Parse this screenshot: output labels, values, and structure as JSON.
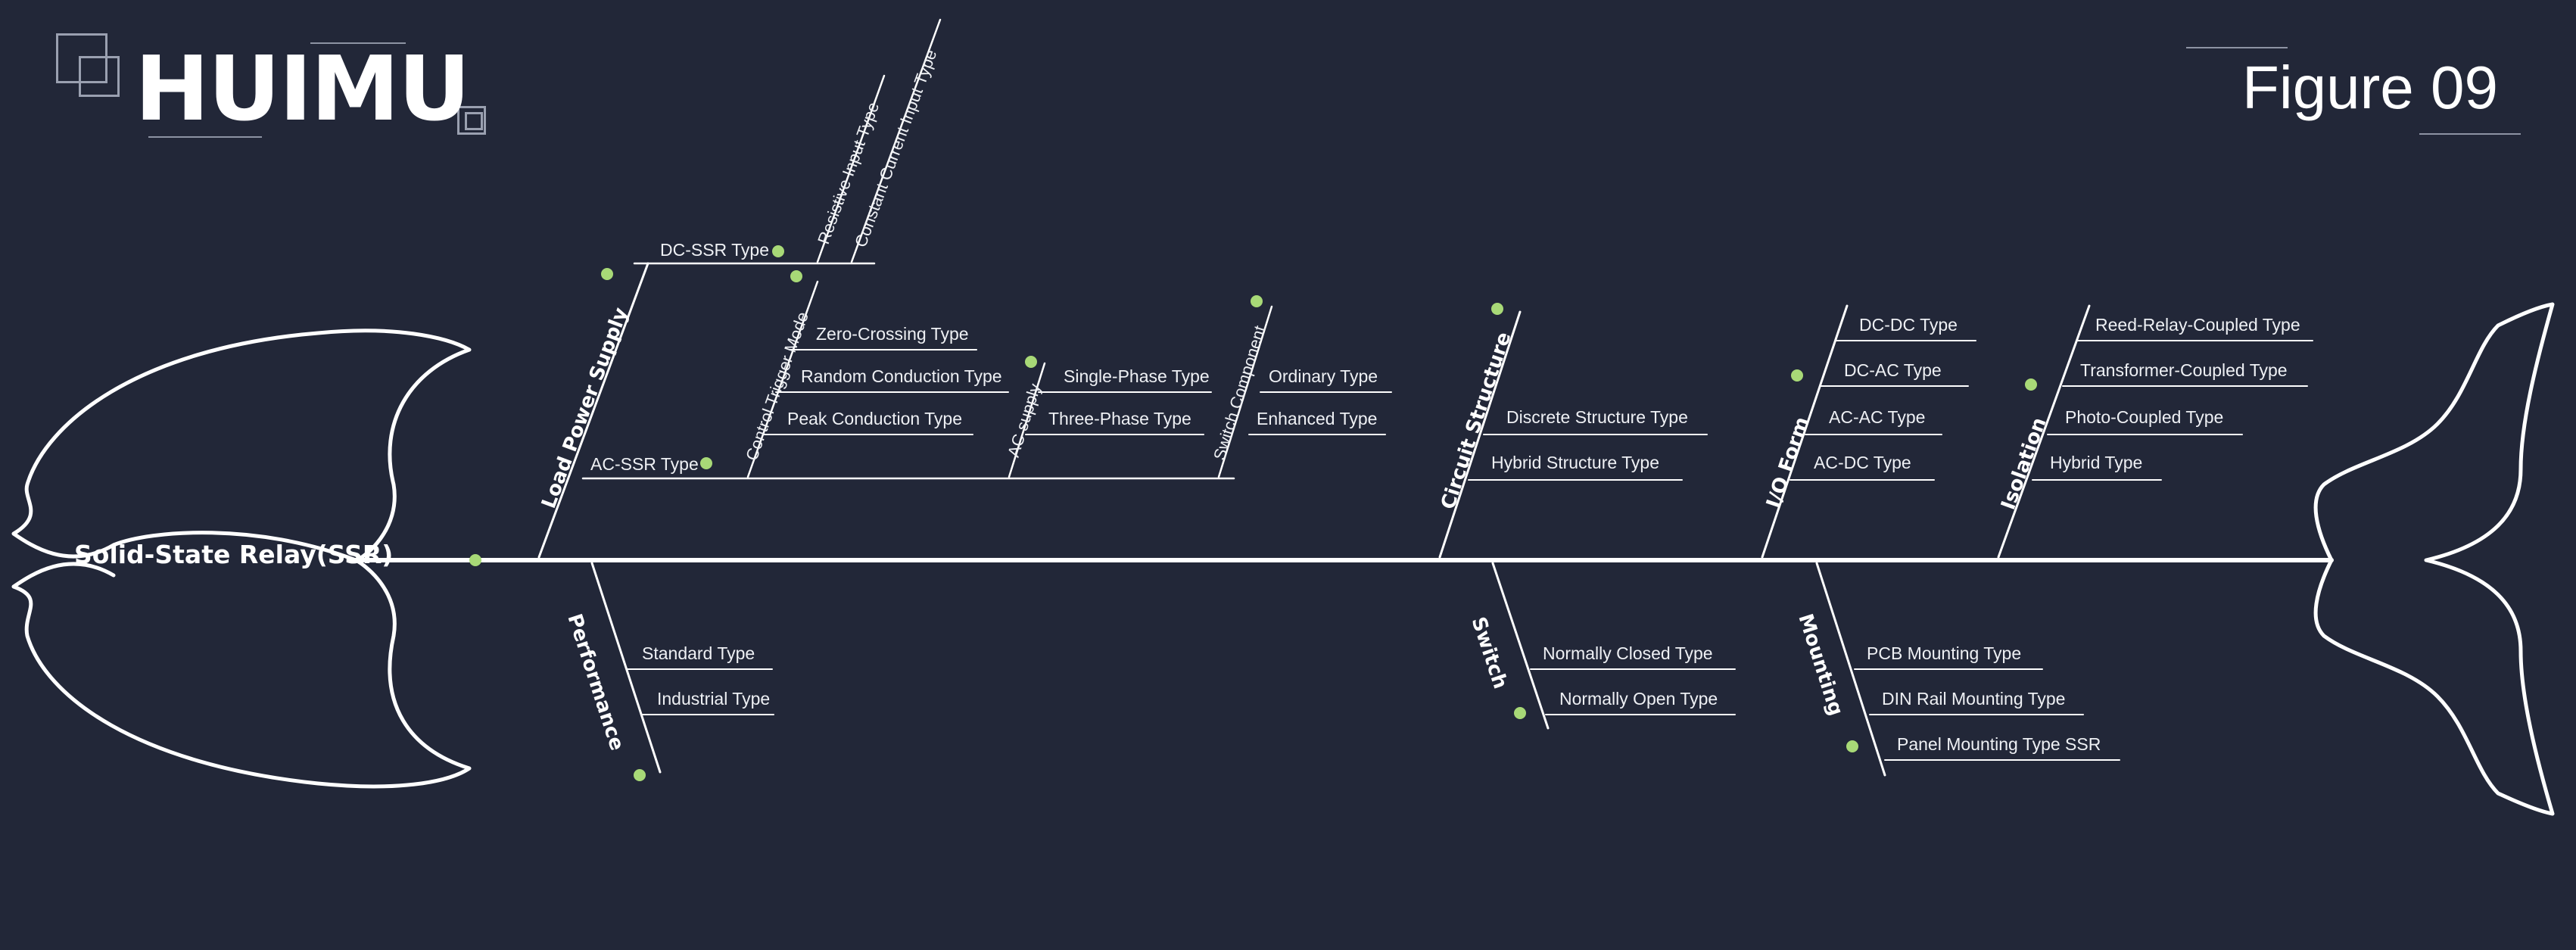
{
  "brand": {
    "logo": "HUIMU",
    "figure": "Figure 09"
  },
  "diagram": {
    "head": "Solid-State Relay(SSR)",
    "branches": [
      {
        "name": "Load Power Supply",
        "leaves": [
          "DC-SSR Type",
          "AC-SSR Type"
        ],
        "subs": [
          {
            "name": "Resistive Input Type"
          },
          {
            "name": "Constant Current Input Type"
          },
          {
            "name": "Control Trigger Mode",
            "leaves": [
              "Zero-Crossing Type",
              "Random Conduction Type",
              "Peak Conduction Type"
            ]
          },
          {
            "name": "AC supply",
            "leaves": [
              "Single-Phase Type",
              "Three-Phase Type"
            ]
          },
          {
            "name": "Switch Component",
            "leaves": [
              "Ordinary Type",
              "Enhanced Type"
            ]
          }
        ]
      },
      {
        "name": "Circuit Structure",
        "leaves": [
          "Discrete Structure Type",
          "Hybrid Structure Type"
        ]
      },
      {
        "name": "I/O Form",
        "leaves": [
          "DC-DC Type",
          "DC-AC Type",
          "AC-AC Type",
          "AC-DC Type"
        ]
      },
      {
        "name": "Isolation",
        "leaves": [
          "Reed-Relay-Coupled Type",
          "Transformer-Coupled Type",
          "Photo-Coupled Type",
          "Hybrid Type"
        ]
      },
      {
        "name": "Performance",
        "leaves": [
          "Standard Type",
          "Industrial Type"
        ]
      },
      {
        "name": "Switch",
        "leaves": [
          "Normally Closed Type",
          "Normally Open Type"
        ]
      },
      {
        "name": "Mounting",
        "leaves": [
          "PCB Mounting Type",
          "DIN Rail Mounting Type",
          "Panel Mounting Type SSR"
        ]
      }
    ]
  },
  "colors": {
    "background": "#222738",
    "lines": "#ffffff",
    "markers": "#a8d977"
  }
}
